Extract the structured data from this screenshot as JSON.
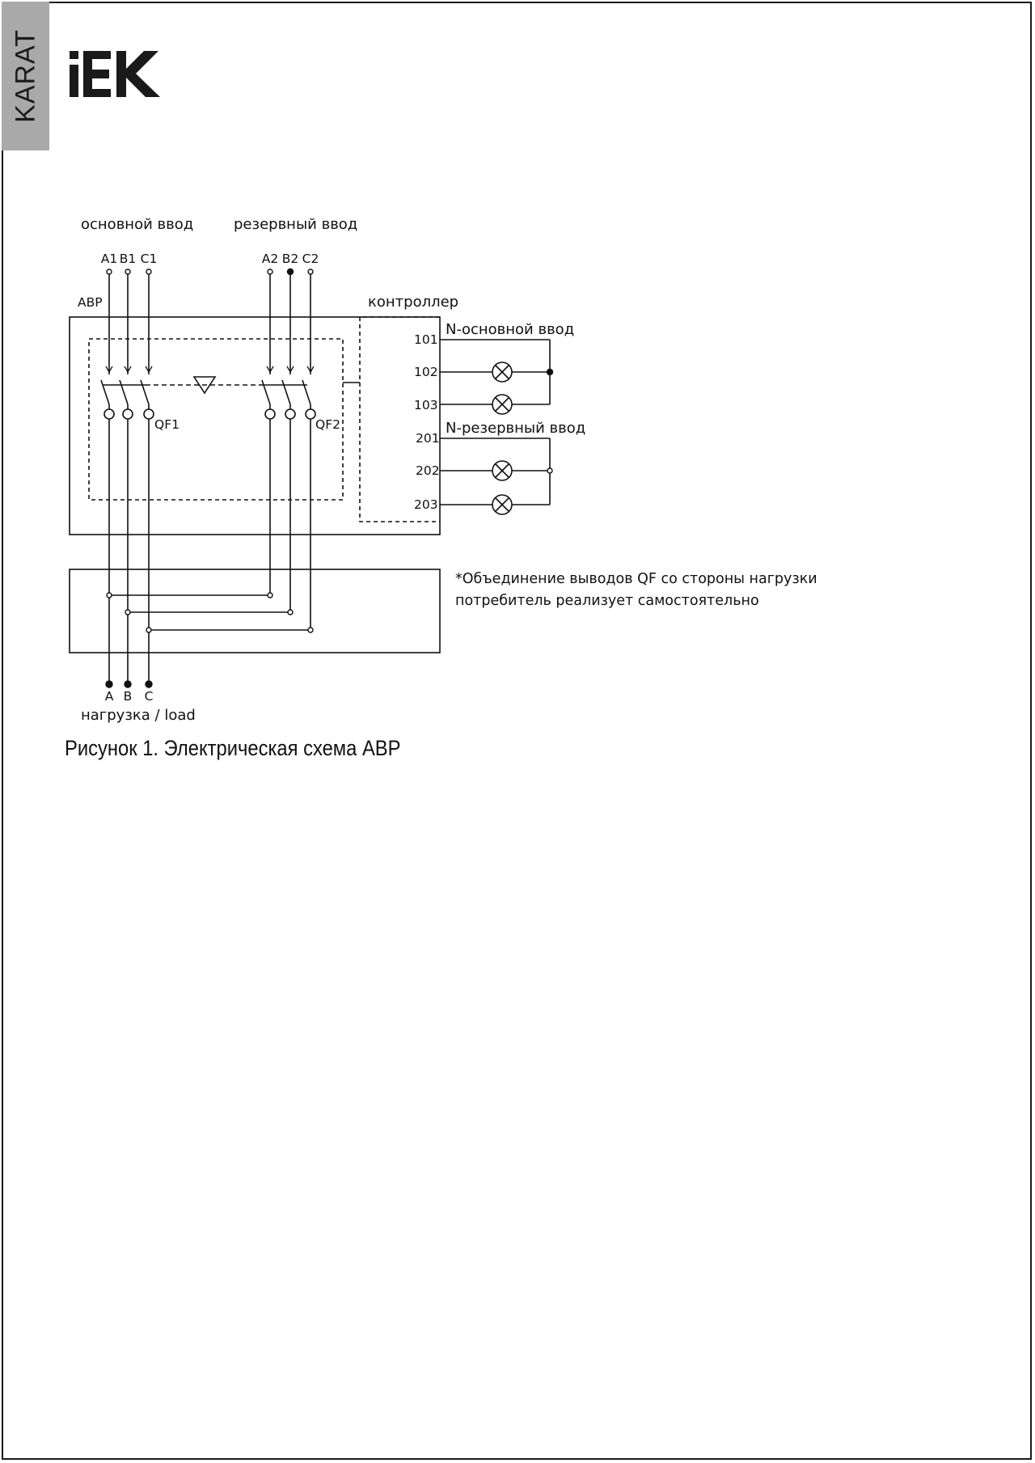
{
  "header": {
    "series_tab": "KARAT",
    "brand_logo": "IEK"
  },
  "diagram": {
    "main_input_label": "основной ввод",
    "reserve_input_label": "резервный ввод",
    "main_terminals": [
      "A1",
      "B1",
      "C1"
    ],
    "reserve_terminals": [
      "A2",
      "B2",
      "C2"
    ],
    "ats_label": "АВР",
    "controller_label": "контроллер",
    "contacts": [
      "101",
      "102",
      "103",
      "201",
      "202",
      "203"
    ],
    "n_main_label": "N-основной ввод",
    "n_reserve_label": "N-резервный ввод",
    "breaker_main_label": "QF1",
    "breaker_reserve_label": "QF2",
    "note_line1": "*Объединение выводов QF со стороны нагрузки",
    "note_line2": "потребитель реализует самостоятельно",
    "load_terminals": [
      "A",
      "B",
      "C"
    ],
    "load_label": "нагрузка / load"
  },
  "caption": "Рисунок 1. Электрическая схема АВР",
  "colors": {
    "tab_background": "#a9a9a9",
    "ink": "#111111",
    "page_background": "#ffffff"
  }
}
